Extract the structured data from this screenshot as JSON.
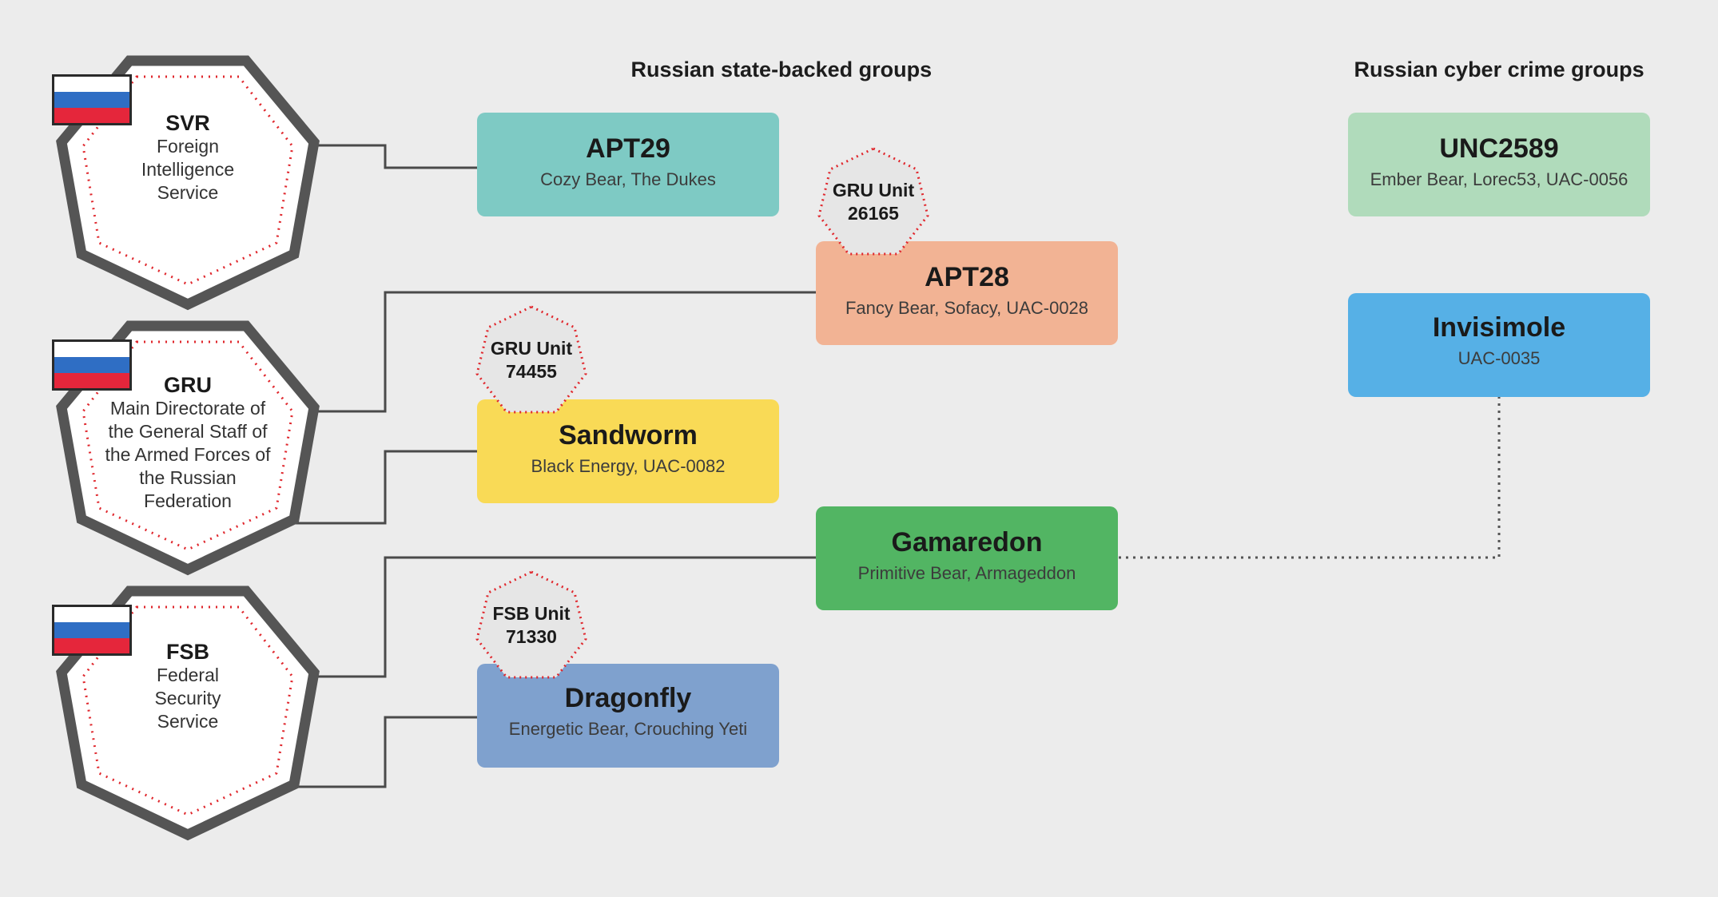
{
  "headings": {
    "state": "Russian state-backed groups",
    "crime": "Russian cyber crime groups"
  },
  "agencies": {
    "svr": {
      "abbr": "SVR",
      "full": "Foreign Intelligence Service"
    },
    "gru": {
      "abbr": "GRU",
      "full": "Main Directorate of the General Staff of the Armed Forces of the Russian Federation"
    },
    "fsb": {
      "abbr": "FSB",
      "full": "Federal Security Service"
    }
  },
  "groups": {
    "apt29": {
      "name": "APT29",
      "aliases": "Cozy Bear, The Dukes",
      "color": "#7ecac4"
    },
    "apt28": {
      "name": "APT28",
      "aliases": "Fancy Bear, Sofacy, UAC-0028",
      "color": "#f2b394"
    },
    "sandworm": {
      "name": "Sandworm",
      "aliases": "Black Energy, UAC-0082",
      "color": "#f9da56"
    },
    "gamaredon": {
      "name": "Gamaredon",
      "aliases": "Primitive Bear, Armageddon",
      "color": "#52b563"
    },
    "dragonfly": {
      "name": "Dragonfly",
      "aliases": "Energetic Bear, Crouching Yeti",
      "color": "#7fa1ce"
    },
    "unc2589": {
      "name": "UNC2589",
      "aliases": "Ember Bear, Lorec53, UAC-0056",
      "color": "#b0dbbb"
    },
    "invisimole": {
      "name": "Invisimole",
      "aliases": "UAC-0035",
      "color": "#56b0e6"
    }
  },
  "units": {
    "gru26165": {
      "line1": "GRU Unit",
      "line2": "26165"
    },
    "gru74455": {
      "line1": "GRU Unit",
      "line2": "74455"
    },
    "fsb71330": {
      "line1": "FSB Unit",
      "line2": "71330"
    }
  },
  "colors": {
    "background": "#ececec",
    "shield_outline": "#555555",
    "shield_dots": "#e0282e",
    "connector": "#4a4a4a",
    "flag_white": "#ffffff",
    "flag_blue": "#2f6ec4",
    "flag_red": "#e5263b"
  }
}
